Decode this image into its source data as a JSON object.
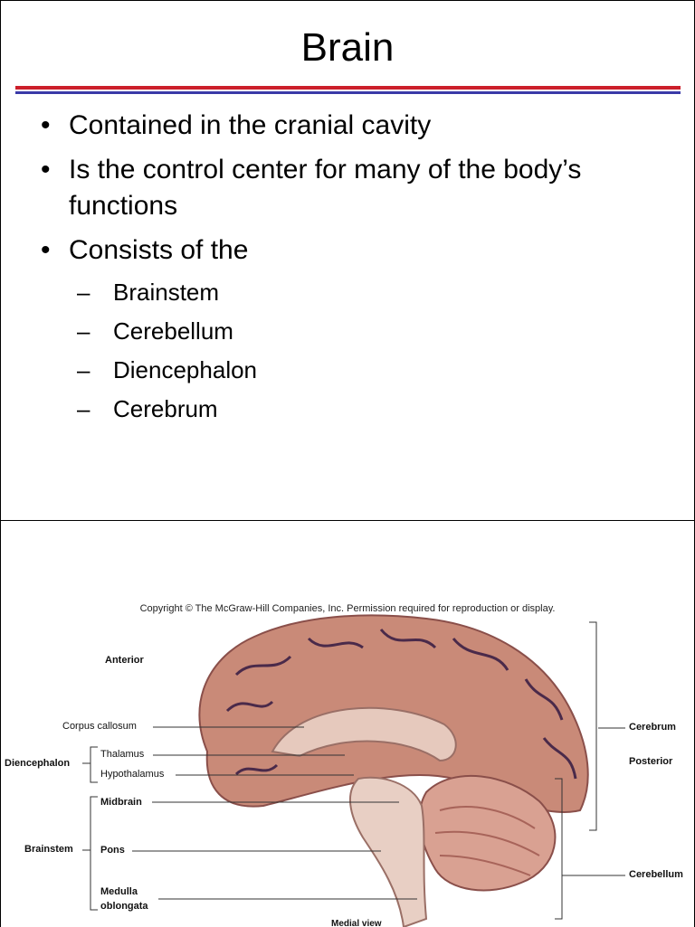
{
  "slide1": {
    "title": "Brain",
    "bullets": [
      {
        "text": "Contained in the cranial cavity"
      },
      {
        "text": "Is the control center for many of the body’s functions"
      },
      {
        "text": "Consists of the"
      }
    ],
    "sub_bullets": [
      "Brainstem",
      "Cerebellum",
      "Diencephalon",
      "Cerebrum"
    ],
    "bullet_glyph": "•",
    "dash_glyph": "–"
  },
  "slide2": {
    "copyright": "Copyright © The McGraw-Hill Companies, Inc. Permission required for reproduction or display.",
    "labels": {
      "anterior": "Anterior",
      "corpus_callosum": "Corpus callosum",
      "diencephalon": "Diencephalon",
      "thalamus": "Thalamus",
      "hypothalamus": "Hypothalamus",
      "brainstem": "Brainstem",
      "midbrain": "Midbrain",
      "pons": "Pons",
      "medulla_line1": "Medulla",
      "medulla_line2": "oblongata",
      "cerebrum": "Cerebrum",
      "posterior": "Posterior",
      "cerebellum": "Cerebellum",
      "medial_view": "Medial view"
    },
    "colors": {
      "brain_base": "#c98a78",
      "sulci": "#4a2a4a",
      "stem": "#e8cfc4"
    }
  }
}
